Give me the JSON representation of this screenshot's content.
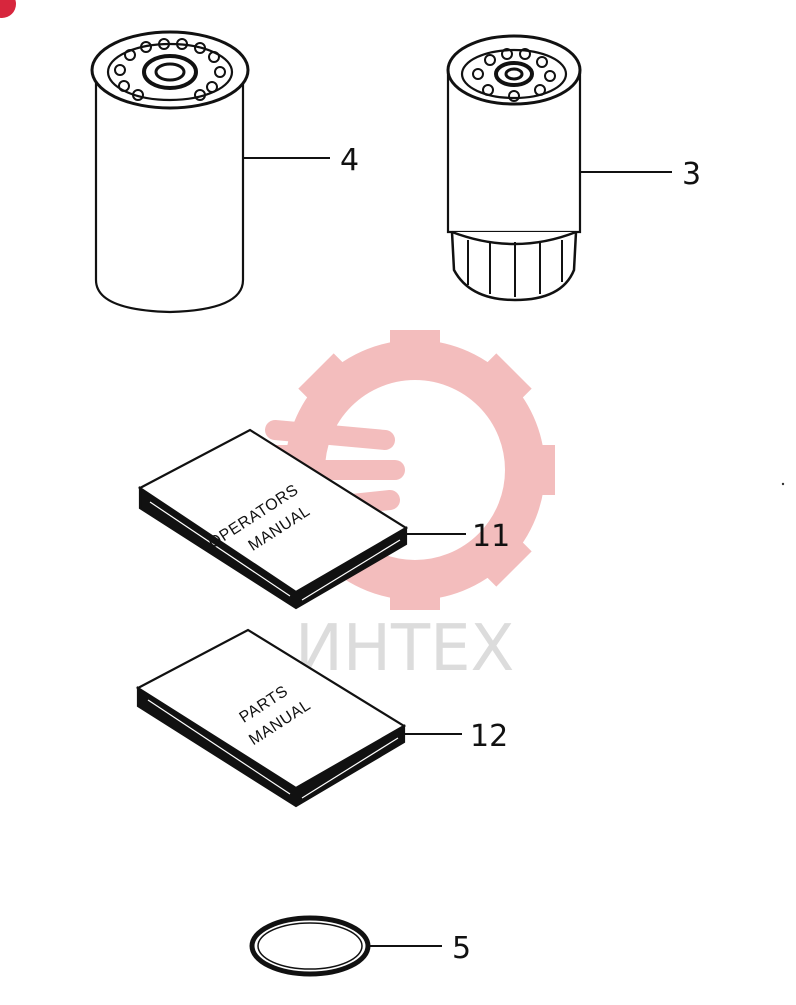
{
  "watermark": {
    "text": "ИНТЕХ",
    "gear_color": "#f2b6b6",
    "text_color": "#d9d9d9"
  },
  "parts": [
    {
      "id": "oil-filter",
      "callout": "4"
    },
    {
      "id": "fuel-filter",
      "callout": "3"
    },
    {
      "id": "operators-manual",
      "callout": "11",
      "label_line1": "OPERATORS",
      "label_line2": "MANUAL"
    },
    {
      "id": "parts-manual",
      "callout": "12",
      "label_line1": "PARTS",
      "label_line2": "MANUAL"
    },
    {
      "id": "o-ring",
      "callout": "5"
    }
  ],
  "corner_marker_color": "#d7263d"
}
